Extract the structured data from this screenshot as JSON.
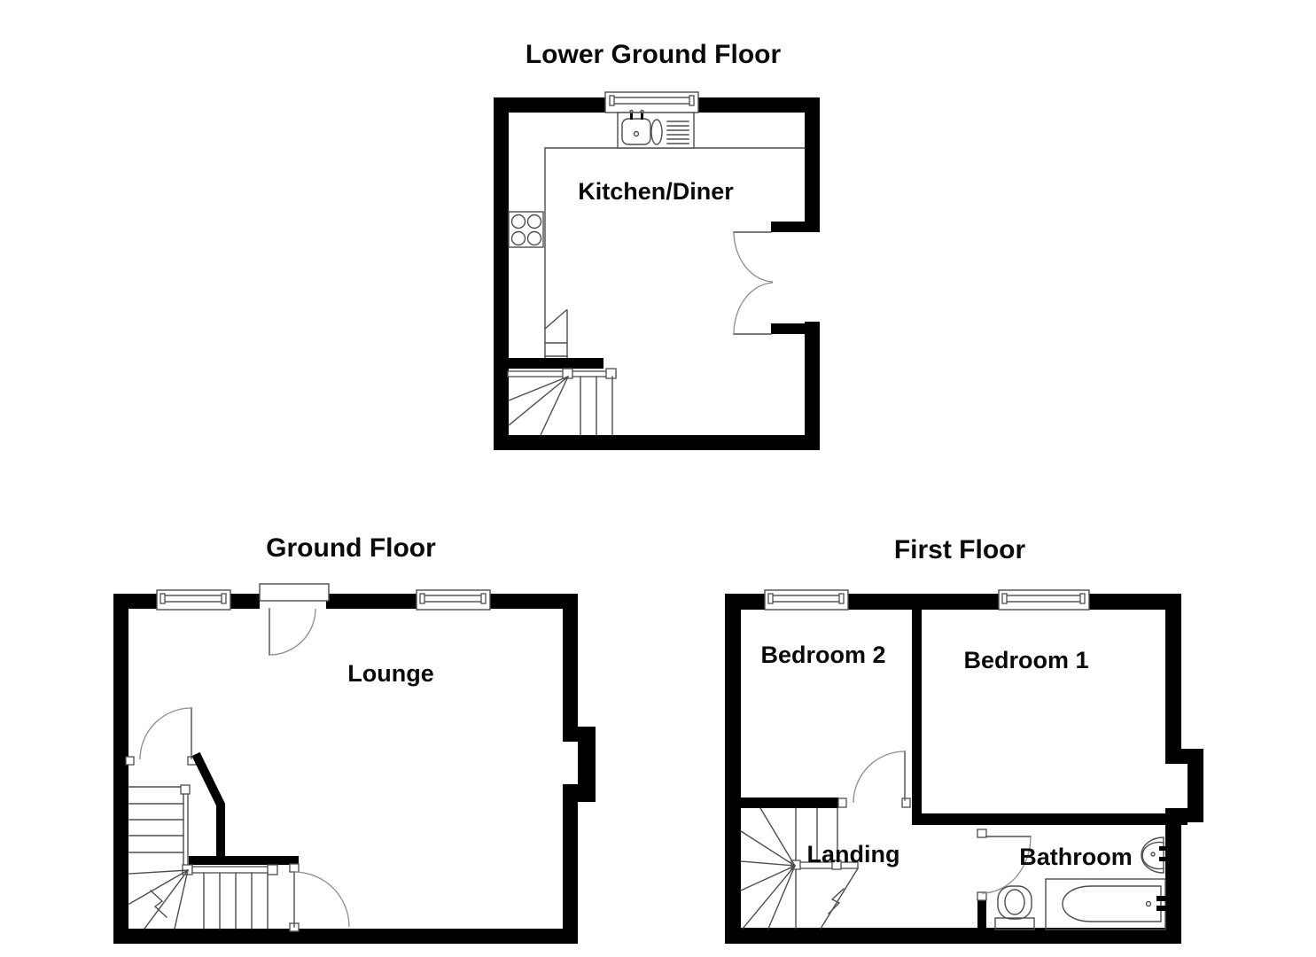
{
  "colors": {
    "background": "#ffffff",
    "walls": "#000000",
    "fixtures": "#4d4d4d",
    "door_arcs": "#8c8c8c"
  },
  "floors": {
    "lower_ground": {
      "title": "Lower Ground Floor",
      "rooms": {
        "kitchen_diner": {
          "label": "Kitchen/Diner"
        }
      },
      "fixtures": [
        "window",
        "sink-unit",
        "hob",
        "worktop",
        "staircase",
        "double-doors"
      ]
    },
    "ground": {
      "title": "Ground Floor",
      "rooms": {
        "lounge": {
          "label": "Lounge"
        }
      },
      "fixtures": [
        "window",
        "window",
        "front-door",
        "internal-door",
        "staircase",
        "under-stairs-door"
      ]
    },
    "first": {
      "title": "First Floor",
      "rooms": {
        "bedroom_2": {
          "label": "Bedroom 2"
        },
        "bedroom_1": {
          "label": "Bedroom 1"
        },
        "landing": {
          "label": "Landing"
        },
        "bathroom": {
          "label": "Bathroom"
        }
      },
      "fixtures": [
        "window",
        "window",
        "staircase",
        "bedroom-door",
        "bathroom-door",
        "toilet",
        "bath",
        "basin"
      ]
    }
  }
}
